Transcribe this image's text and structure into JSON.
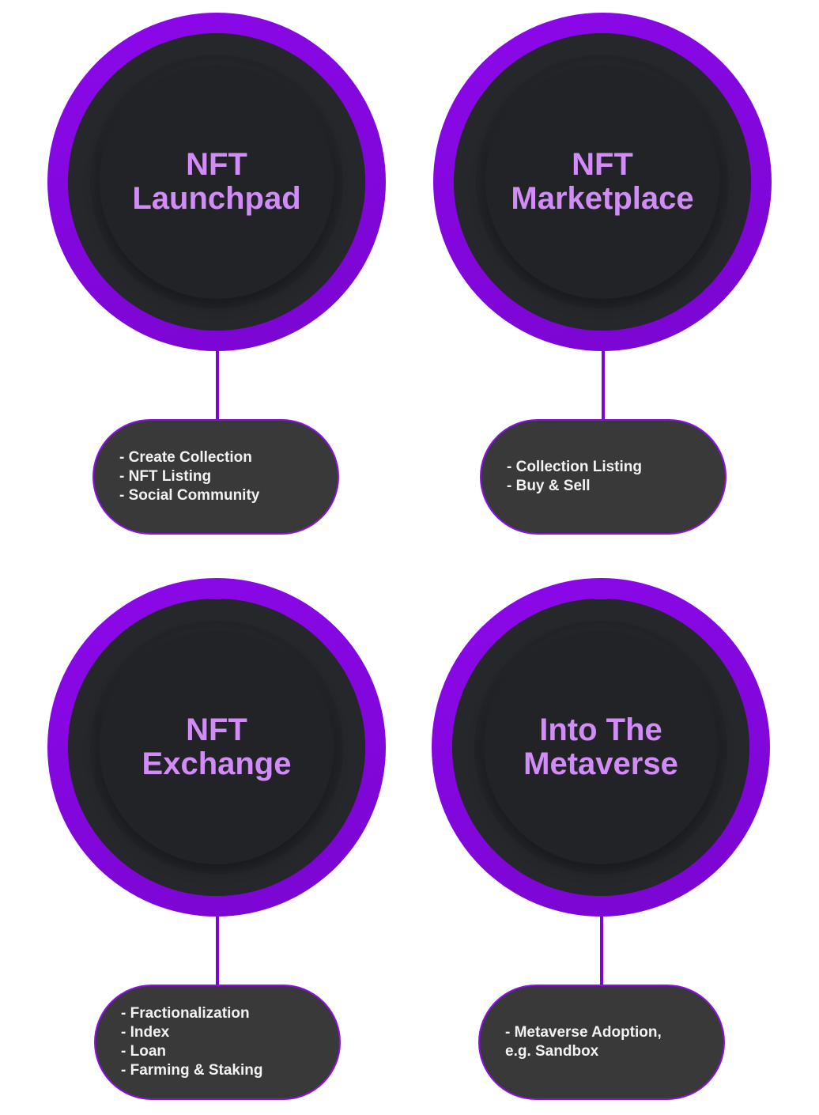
{
  "nodes": [
    {
      "title": "NFT\nLaunchpad",
      "features": [
        "- Create Collection",
        "- NFT Listing",
        "- Social Community"
      ]
    },
    {
      "title": "NFT\nMarketplace",
      "features": [
        "- Collection Listing",
        "- Buy & Sell"
      ]
    },
    {
      "title": "NFT\nExchange",
      "features": [
        "- Fractionalization",
        "- Index",
        "- Loan",
        "- Farming & Staking"
      ]
    },
    {
      "title": "Into The\nMetaverse",
      "features": [
        "- Metaverse Adoption,",
        "e.g. Sandbox"
      ]
    }
  ],
  "colors": {
    "ring": "#8c08ea",
    "core": "#232428",
    "title": "#d18cf7",
    "box": "#393939"
  }
}
